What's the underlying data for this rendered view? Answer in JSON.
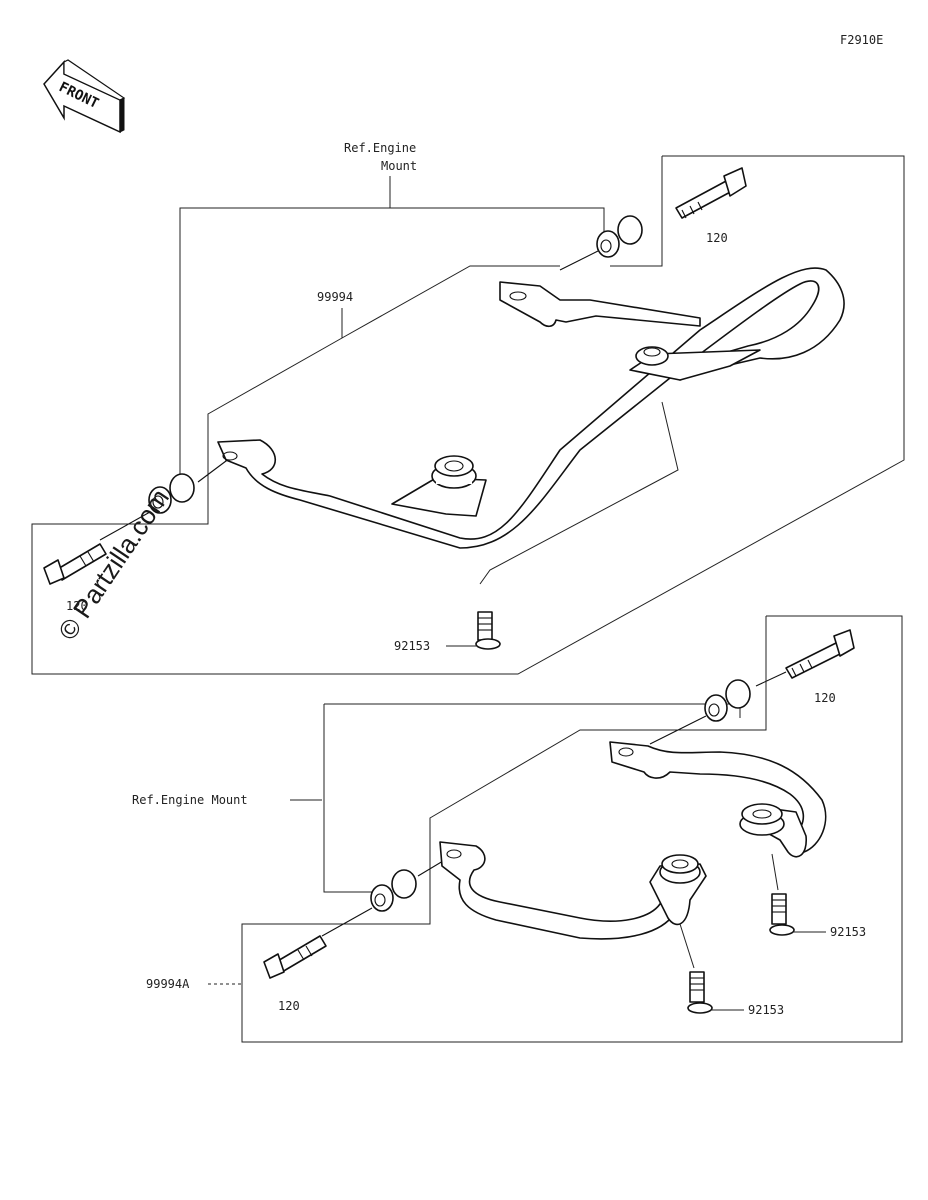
{
  "diagram_code": "F2910E",
  "front_arrow": {
    "text": "FRONT",
    "icon": "front-direction-arrow-icon"
  },
  "watermark": "© Partzilla.com",
  "upper_assembly": {
    "ref_label_line1": "Ref.Engine",
    "ref_label_line2": "Mount",
    "guard_part": "99994",
    "bolt_part_right": "120",
    "bolt_part_left": "120",
    "screw_part": "92153"
  },
  "lower_assembly": {
    "ref_label": "Ref.Engine Mount",
    "guard_part": "99994A",
    "bolt_part_right": "120",
    "bolt_part_left": "120",
    "screw_part_right": "92153",
    "screw_part_center": "92153"
  }
}
